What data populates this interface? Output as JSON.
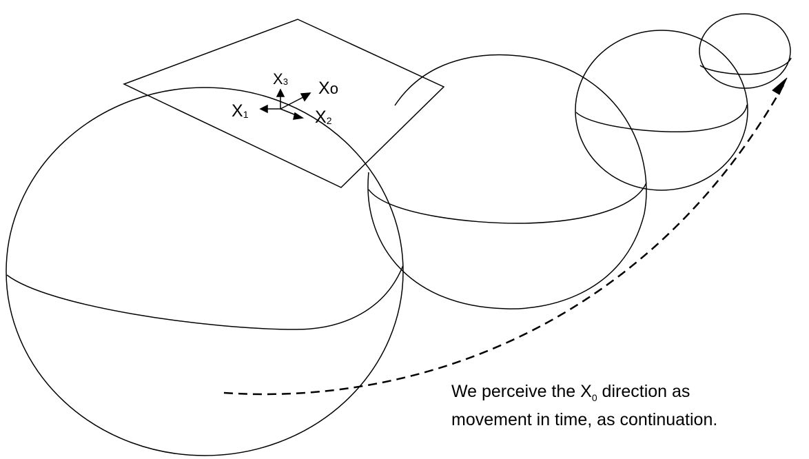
{
  "axes": {
    "x3": {
      "base": "X",
      "sub": "3"
    },
    "x0": {
      "base": "X",
      "sub": "o"
    },
    "x1": {
      "base": "X",
      "sub": "1"
    },
    "x2": {
      "base": "X",
      "sub": "2"
    }
  },
  "caption": {
    "line1_before": "We perceive the X",
    "line1_sub": "0",
    "line1_after": " direction as",
    "line2": "movement in time, as continuation."
  },
  "colors": {
    "stroke": "#000000",
    "background": "#ffffff"
  }
}
